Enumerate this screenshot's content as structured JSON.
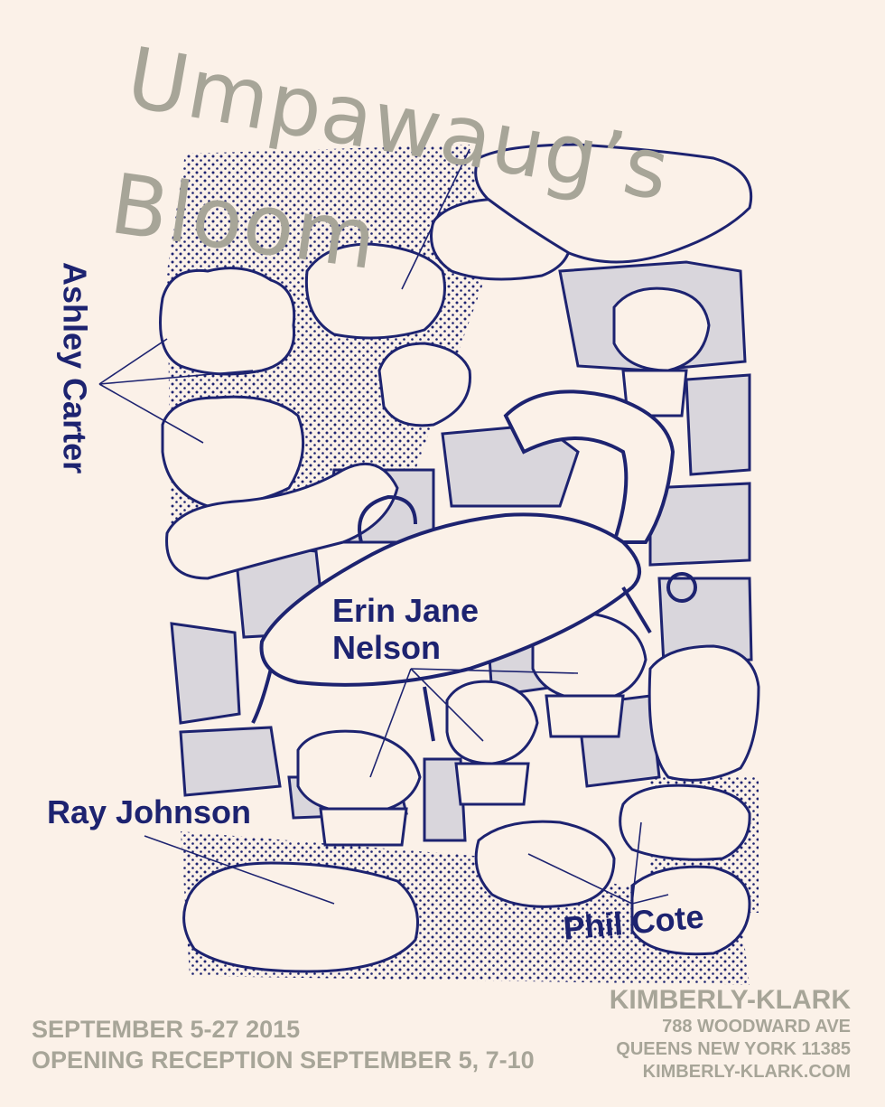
{
  "title": {
    "line1": "Umpawaug’s",
    "line2": "Bloom"
  },
  "artists": {
    "ashley": "Ashley Carter",
    "erin_line1": "Erin Jane",
    "erin_line2": "Nelson",
    "ray": "Ray Johnson",
    "phil": "Phil Cote"
  },
  "event": {
    "dates": "SEPTEMBER 5-27 2015",
    "reception": "OPENING RECEPTION SEPTEMBER 5,  7-10"
  },
  "venue": {
    "name": "KIMBERLY-KLARK",
    "street": "788 WOODWARD AVE",
    "city": "QUEENS NEW YORK 11385",
    "website": "KIMBERLY-KLARK.COM"
  },
  "colors": {
    "background": "#fbf1e8",
    "ink": "#1d2370",
    "title_gray": "#a7a598",
    "stone_fill": "#d9d6dc"
  },
  "icons": [
    "garden-chair-illustration",
    "flower-pot-icon",
    "bush-icon"
  ]
}
